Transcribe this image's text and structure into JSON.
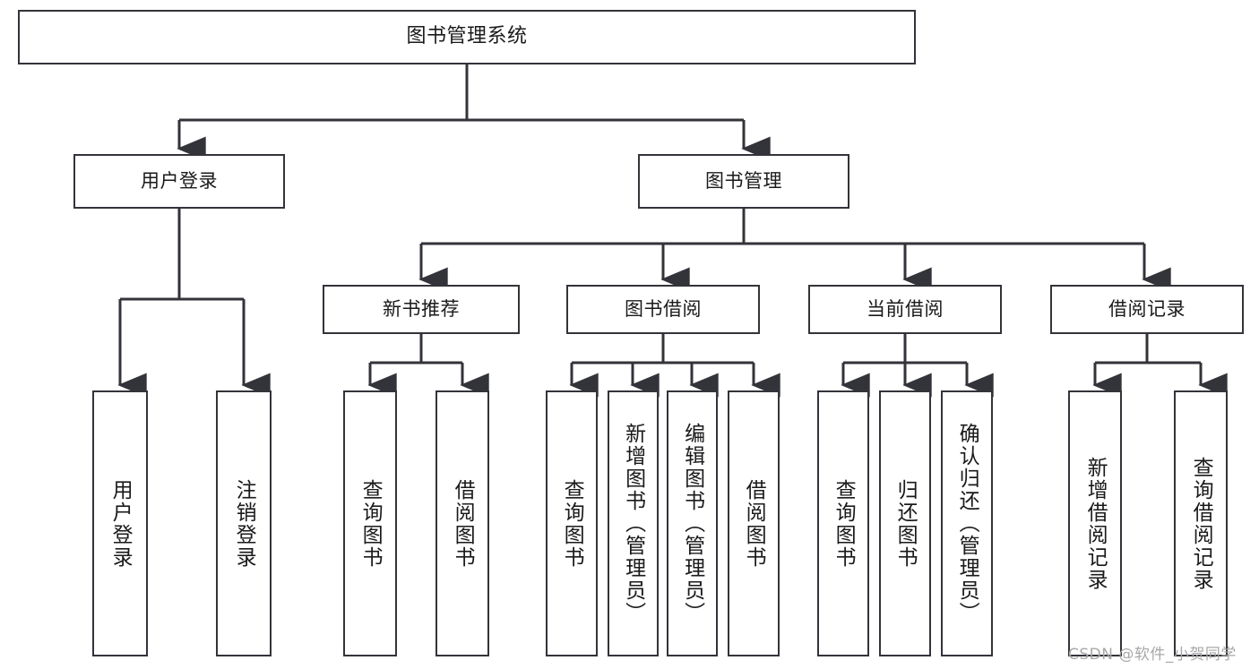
{
  "diagram": {
    "type": "tree",
    "title": "图书管理系统",
    "orientation": "top-down",
    "colors": {
      "box_stroke": "#33333a",
      "box_fill": "#ffffff",
      "connector": "#33333a",
      "text": "#1a1a1a",
      "watermark": "#a8a8a8",
      "background": "#ffffff"
    }
  },
  "nodes": {
    "root": {
      "label": "图书管理系统"
    },
    "level1": [
      {
        "label": "用户登录"
      },
      {
        "label": "图书管理"
      }
    ],
    "level2": [
      {
        "label": "新书推荐"
      },
      {
        "label": "图书借阅"
      },
      {
        "label": "当前借阅"
      },
      {
        "label": "借阅记录"
      }
    ],
    "leaves": [
      {
        "label": "用户登录",
        "parent": "用户登录"
      },
      {
        "label": "注销登录",
        "parent": "用户登录"
      },
      {
        "label": "查询图书",
        "parent": "新书推荐"
      },
      {
        "label": "借阅图书",
        "parent": "新书推荐"
      },
      {
        "label": "查询图书",
        "parent": "图书借阅"
      },
      {
        "label": "新增图书（管理员）",
        "parent": "图书借阅"
      },
      {
        "label": "编辑图书（管理员）",
        "parent": "图书借阅"
      },
      {
        "label": "借阅图书",
        "parent": "图书借阅"
      },
      {
        "label": "查询图书",
        "parent": "当前借阅"
      },
      {
        "label": "归还图书",
        "parent": "当前借阅"
      },
      {
        "label": "确认归还（管理员）",
        "parent": "当前借阅"
      },
      {
        "label": "新增借阅记录",
        "parent": "借阅记录"
      },
      {
        "label": "查询借阅记录",
        "parent": "借阅记录"
      }
    ]
  },
  "watermark": {
    "text": "CSDN @软件_小贺同学"
  }
}
